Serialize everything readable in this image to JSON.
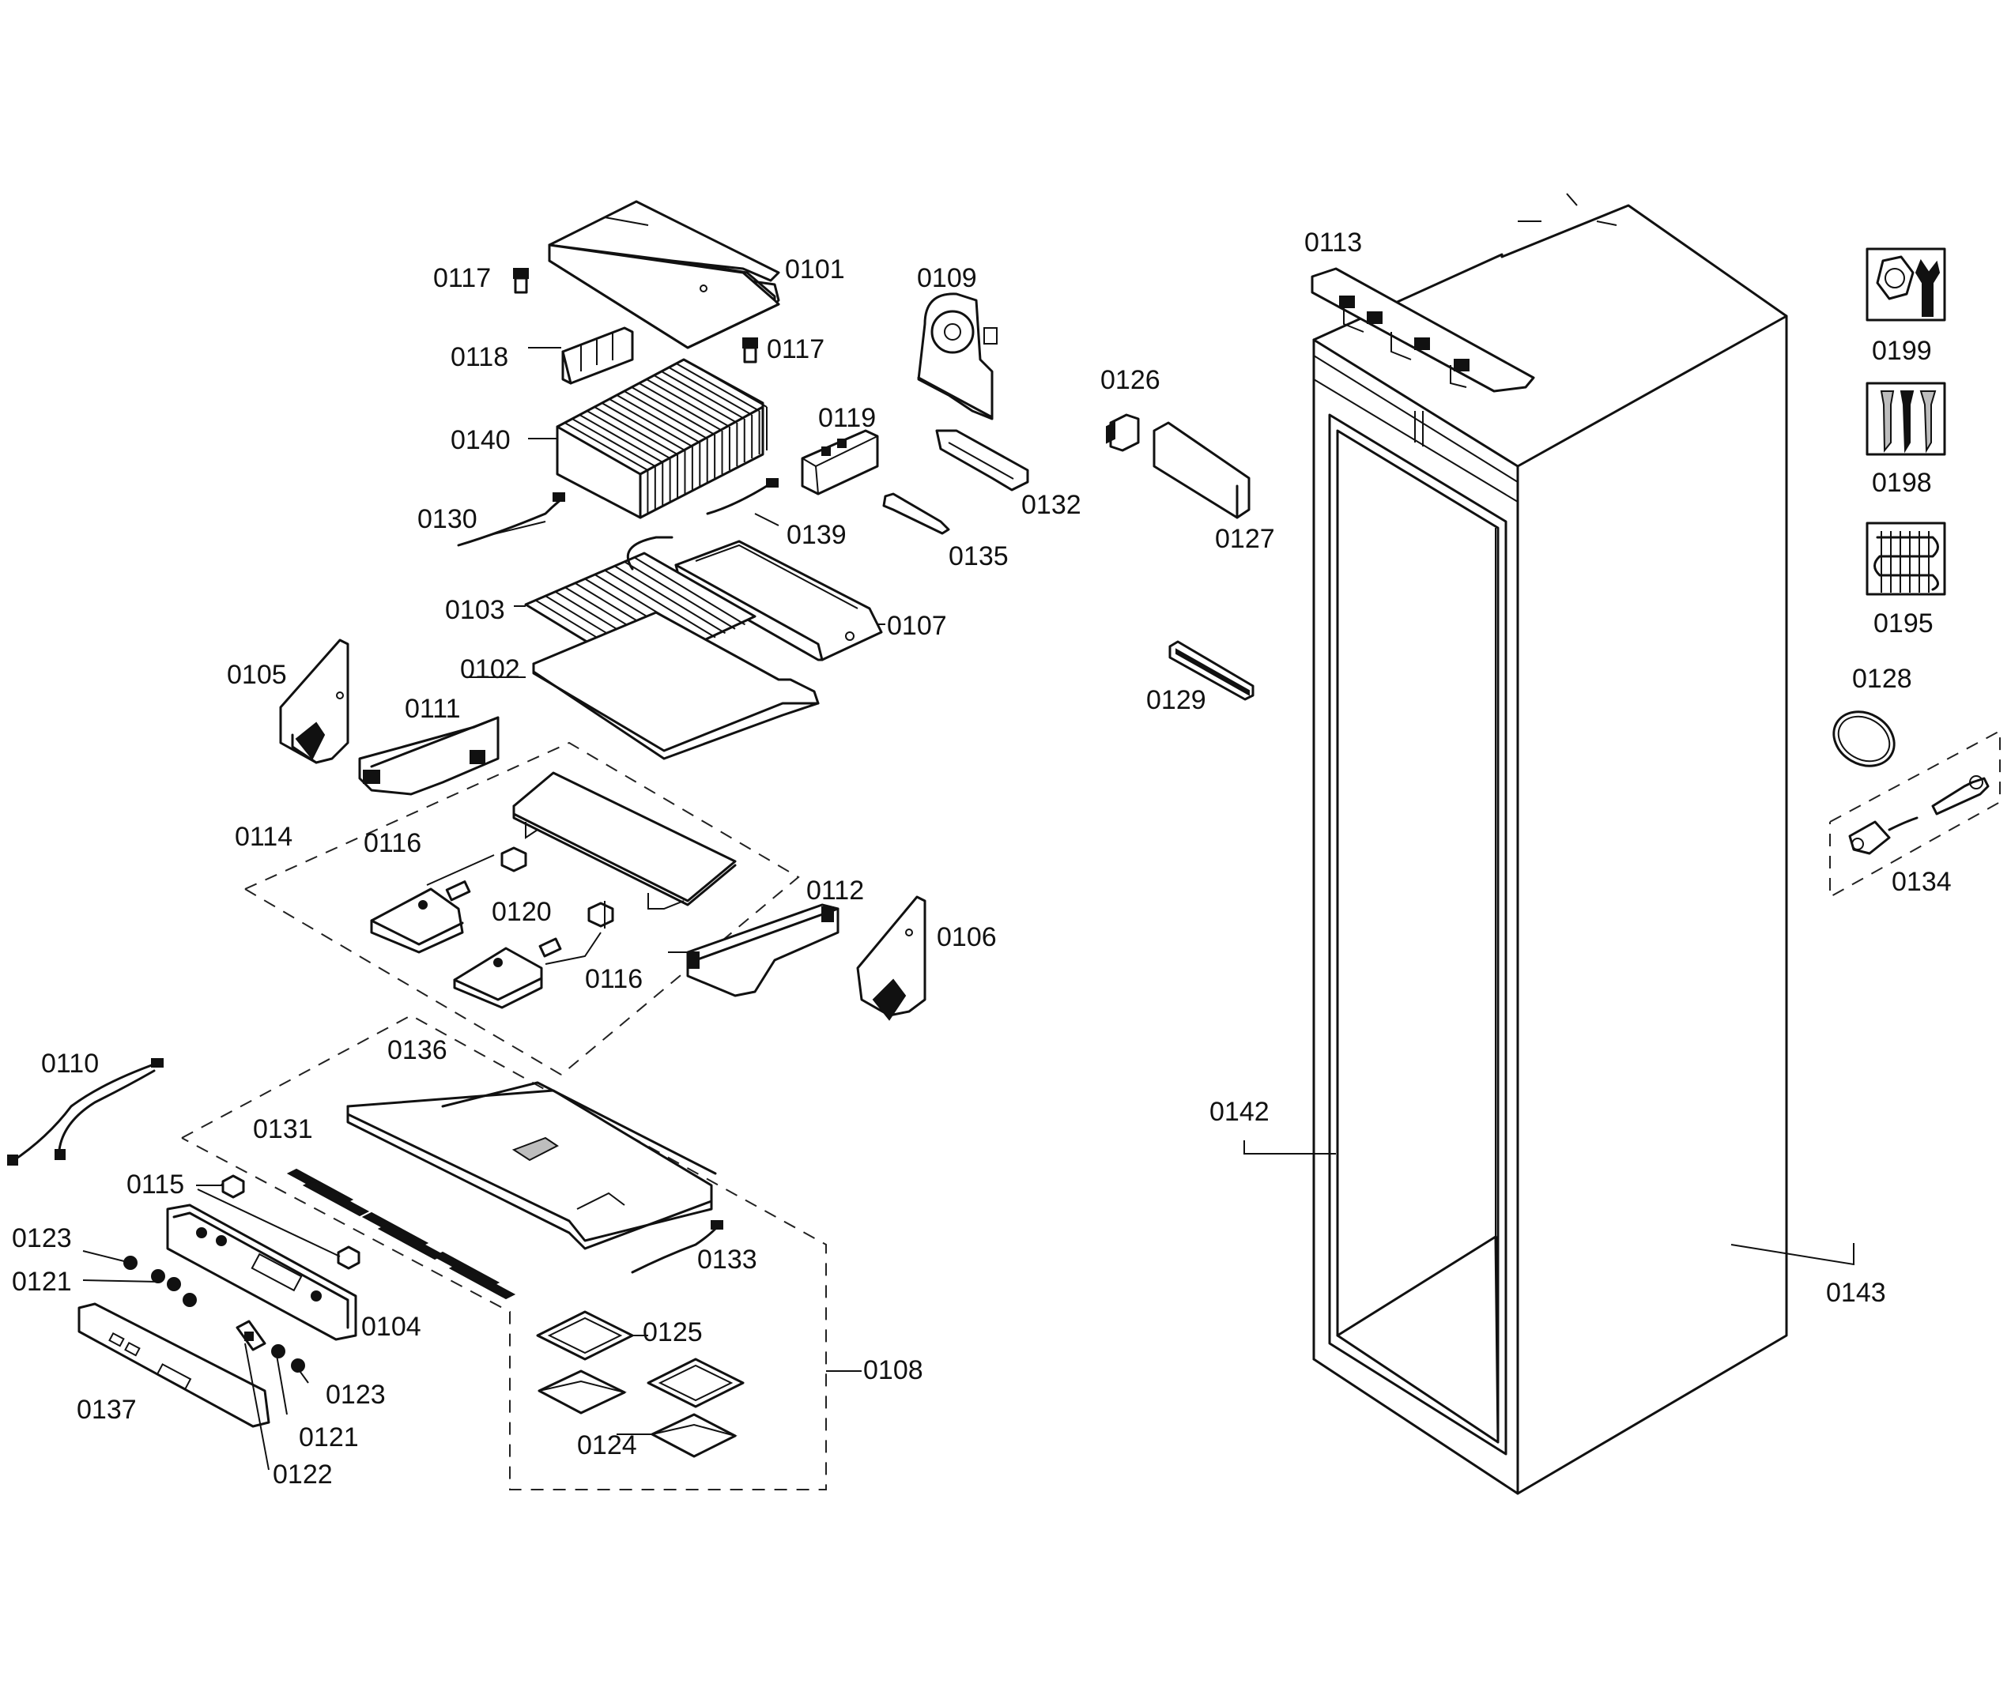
{
  "diagram": {
    "callouts": [
      {
        "id": "c0101",
        "text": "0101"
      },
      {
        "id": "c0102",
        "text": "0102"
      },
      {
        "id": "c0103",
        "text": "0103"
      },
      {
        "id": "c0104",
        "text": "0104"
      },
      {
        "id": "c0105",
        "text": "0105"
      },
      {
        "id": "c0106",
        "text": "0106"
      },
      {
        "id": "c0107",
        "text": "0107"
      },
      {
        "id": "c0108",
        "text": "0108"
      },
      {
        "id": "c0109",
        "text": "0109"
      },
      {
        "id": "c0110",
        "text": "0110"
      },
      {
        "id": "c0111",
        "text": "0111"
      },
      {
        "id": "c0112",
        "text": "0112"
      },
      {
        "id": "c0113",
        "text": "0113"
      },
      {
        "id": "c0114",
        "text": "0114"
      },
      {
        "id": "c0115",
        "text": "0115"
      },
      {
        "id": "c0116a",
        "text": "0116"
      },
      {
        "id": "c0116b",
        "text": "0116"
      },
      {
        "id": "c0117a",
        "text": "0117"
      },
      {
        "id": "c0117b",
        "text": "0117"
      },
      {
        "id": "c0118",
        "text": "0118"
      },
      {
        "id": "c0119",
        "text": "0119"
      },
      {
        "id": "c0120",
        "text": "0120"
      },
      {
        "id": "c0121a",
        "text": "0121"
      },
      {
        "id": "c0121b",
        "text": "0121"
      },
      {
        "id": "c0122",
        "text": "0122"
      },
      {
        "id": "c0123a",
        "text": "0123"
      },
      {
        "id": "c0123b",
        "text": "0123"
      },
      {
        "id": "c0124",
        "text": "0124"
      },
      {
        "id": "c0125",
        "text": "0125"
      },
      {
        "id": "c0126",
        "text": "0126"
      },
      {
        "id": "c0127",
        "text": "0127"
      },
      {
        "id": "c0128",
        "text": "0128"
      },
      {
        "id": "c0129",
        "text": "0129"
      },
      {
        "id": "c0130",
        "text": "0130"
      },
      {
        "id": "c0131",
        "text": "0131"
      },
      {
        "id": "c0132",
        "text": "0132"
      },
      {
        "id": "c0133",
        "text": "0133"
      },
      {
        "id": "c0134",
        "text": "0134"
      },
      {
        "id": "c0135",
        "text": "0135"
      },
      {
        "id": "c0136",
        "text": "0136"
      },
      {
        "id": "c0137",
        "text": "0137"
      },
      {
        "id": "c0139",
        "text": "0139"
      },
      {
        "id": "c0140",
        "text": "0140"
      },
      {
        "id": "c0142",
        "text": "0142"
      },
      {
        "id": "c0143",
        "text": "0143"
      },
      {
        "id": "c0195",
        "text": "0195"
      },
      {
        "id": "c0198",
        "text": "0198"
      },
      {
        "id": "c0199",
        "text": "0199"
      }
    ]
  }
}
